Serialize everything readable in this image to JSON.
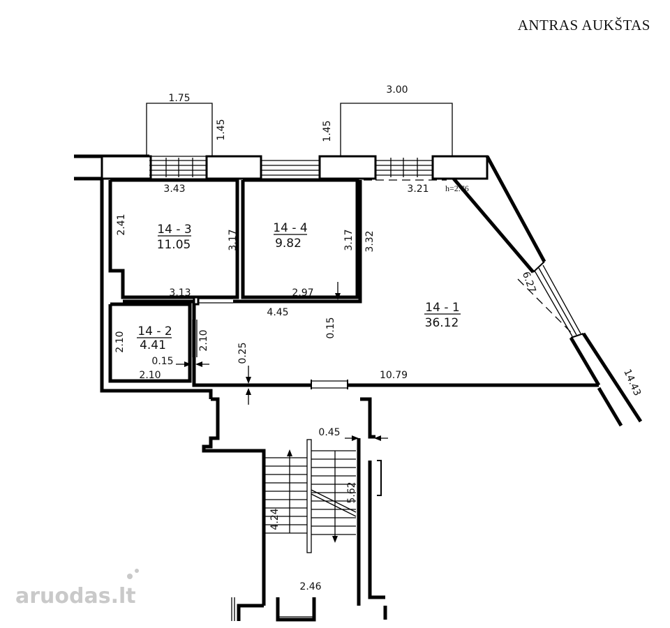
{
  "title": "ANTRAS AUKŠTAS",
  "height_note": "h=2.76",
  "watermark": "aruodas.lt",
  "rooms": [
    {
      "id": "14-3",
      "number": "14 - 3",
      "area": "11.05"
    },
    {
      "id": "14-4",
      "number": "14 - 4",
      "area": "9.82"
    },
    {
      "id": "14-1",
      "number": "14 - 1",
      "area": "36.12"
    },
    {
      "id": "14-2",
      "number": "14 - 2",
      "area": "4.41"
    }
  ],
  "dims": {
    "balcony_left_width": "1.75",
    "balcony_left_depth": "1.45",
    "balcony_right_width": "3.00",
    "balcony_right_depth": "1.45",
    "r3_top": "3.43",
    "r3_left": "2.41",
    "r3_right": "3.17",
    "r3_bottom": "3.13",
    "r4_right": "3.17",
    "r4_bottom": "2.97",
    "r1_top": "3.21",
    "r1_left": "3.32",
    "r1_diag": "6.27",
    "r1_bottom": "10.79",
    "r1_outer_diag": "14.43",
    "hall": "4.45",
    "hall_step": "0.15",
    "door_step": "0.25",
    "r2_left": "2.10",
    "r2_right": "2.10",
    "r2_bottom": "2.10",
    "r2_step": "0.15",
    "stair_gap": "0.45",
    "stair_left": "4.24",
    "stair_right": "5.62",
    "stair_bottom": "2.46"
  }
}
